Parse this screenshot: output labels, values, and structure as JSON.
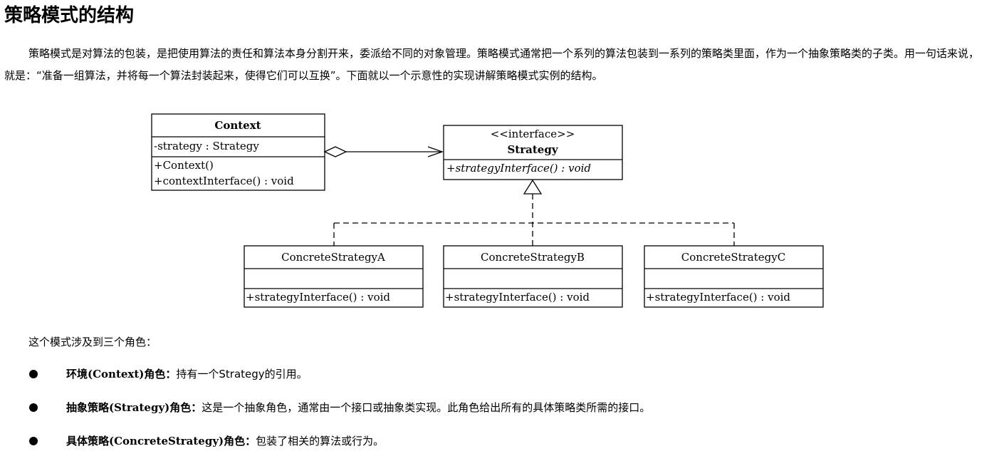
{
  "page": {
    "title": "策略模式的结构",
    "intro": "策略模式是对算法的包装，是把使用算法的责任和算法本身分割开来，委派给不同的对象管理。策略模式通常把一个系列的算法包装到一系列的策略类里面，作为一个抽象策略类的子类。用一句话来说，就是：“准备一组算法，并将每一个算法封装起来，使得它们可以互换”。下面就以一个示意性的实现讲解策略模式实例的结构。"
  },
  "diagram": {
    "context": {
      "name": "Context",
      "attribute": "-strategy : Strategy",
      "methods": [
        "+Context()",
        "+contextInterface() : void"
      ]
    },
    "strategy": {
      "stereotype": "<<interface>>",
      "name": "Strategy",
      "method": "+strategyInterface() : void"
    },
    "concretes": [
      {
        "name": "ConcreteStrategyA",
        "method": "+strategyInterface() : void"
      },
      {
        "name": "ConcreteStrategyB",
        "method": "+strategyInterface() : void"
      },
      {
        "name": "ConcreteStrategyC",
        "method": "+strategyInterface() : void"
      }
    ]
  },
  "roles": {
    "intro": "这个模式涉及到三个角色：",
    "items": [
      {
        "name": "环境(Context)角色：",
        "desc": "持有一个Strategy的引用。"
      },
      {
        "name": "抽象策略(Strategy)角色：",
        "desc": "这是一个抽象角色，通常由一个接口或抽象类实现。此角色给出所有的具体策略类所需的接口。"
      },
      {
        "name": "具体策略(ConcreteStrategy)角色：",
        "desc": "包装了相关的算法或行为。"
      }
    ]
  }
}
